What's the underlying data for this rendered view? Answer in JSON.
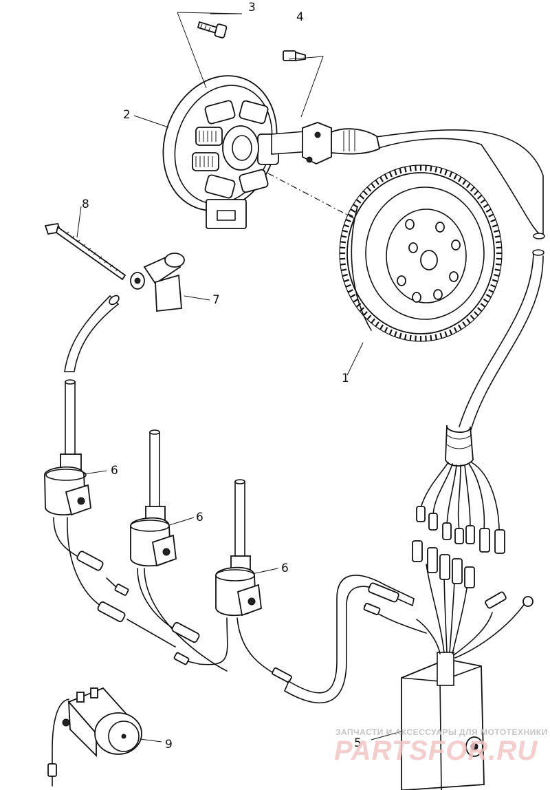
{
  "diagram": {
    "callouts": {
      "flywheel": "1",
      "stator": "2",
      "stator_screw": "3",
      "bolt": "4",
      "cdi_box": "5",
      "ignition_coil_1": "6",
      "ignition_coil_2": "6",
      "ignition_coil_3": "6",
      "spark_plug_cap": "7",
      "cable_tie": "8",
      "starter_relay": "9"
    },
    "watermark": {
      "tagline": "ЗАПЧАСТИ И АКСЕССУАРЫ ДЛЯ МОТОТЕХНИКИ",
      "brand": "PARTSFOR.RU"
    }
  },
  "colors": {
    "line": "#111111",
    "background": "#ffffff",
    "watermark_brand": "#f2c4c4",
    "watermark_text": "#c5c5c5"
  }
}
